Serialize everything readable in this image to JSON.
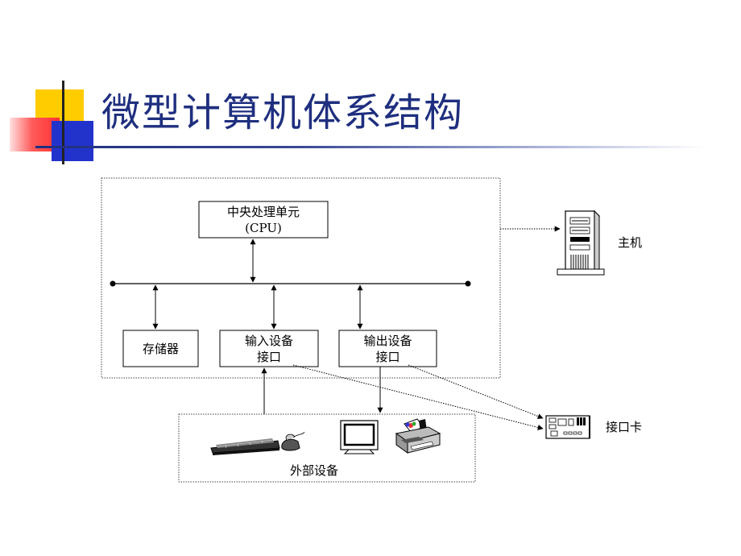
{
  "title": "微型计算机体系结构",
  "colors": {
    "title": "#1f2f7f",
    "accent_yellow": "#ffcc00",
    "accent_red": "#ff4444",
    "accent_blue": "#2233cc"
  },
  "diagram": {
    "cpu": {
      "line1": "中央处理单元",
      "line2": "(CPU)"
    },
    "memory": "存储器",
    "input_interface": {
      "line1": "输入设备",
      "line2": "接口"
    },
    "output_interface": {
      "line1": "输出设备",
      "line2": "接口"
    },
    "peripherals": "外部设备",
    "host": "主机",
    "interface_card": "接口卡",
    "icons": [
      "server-icon",
      "keyboard-icon",
      "mouse-icon",
      "monitor-icon",
      "printer-icon",
      "interface-card-icon"
    ]
  }
}
